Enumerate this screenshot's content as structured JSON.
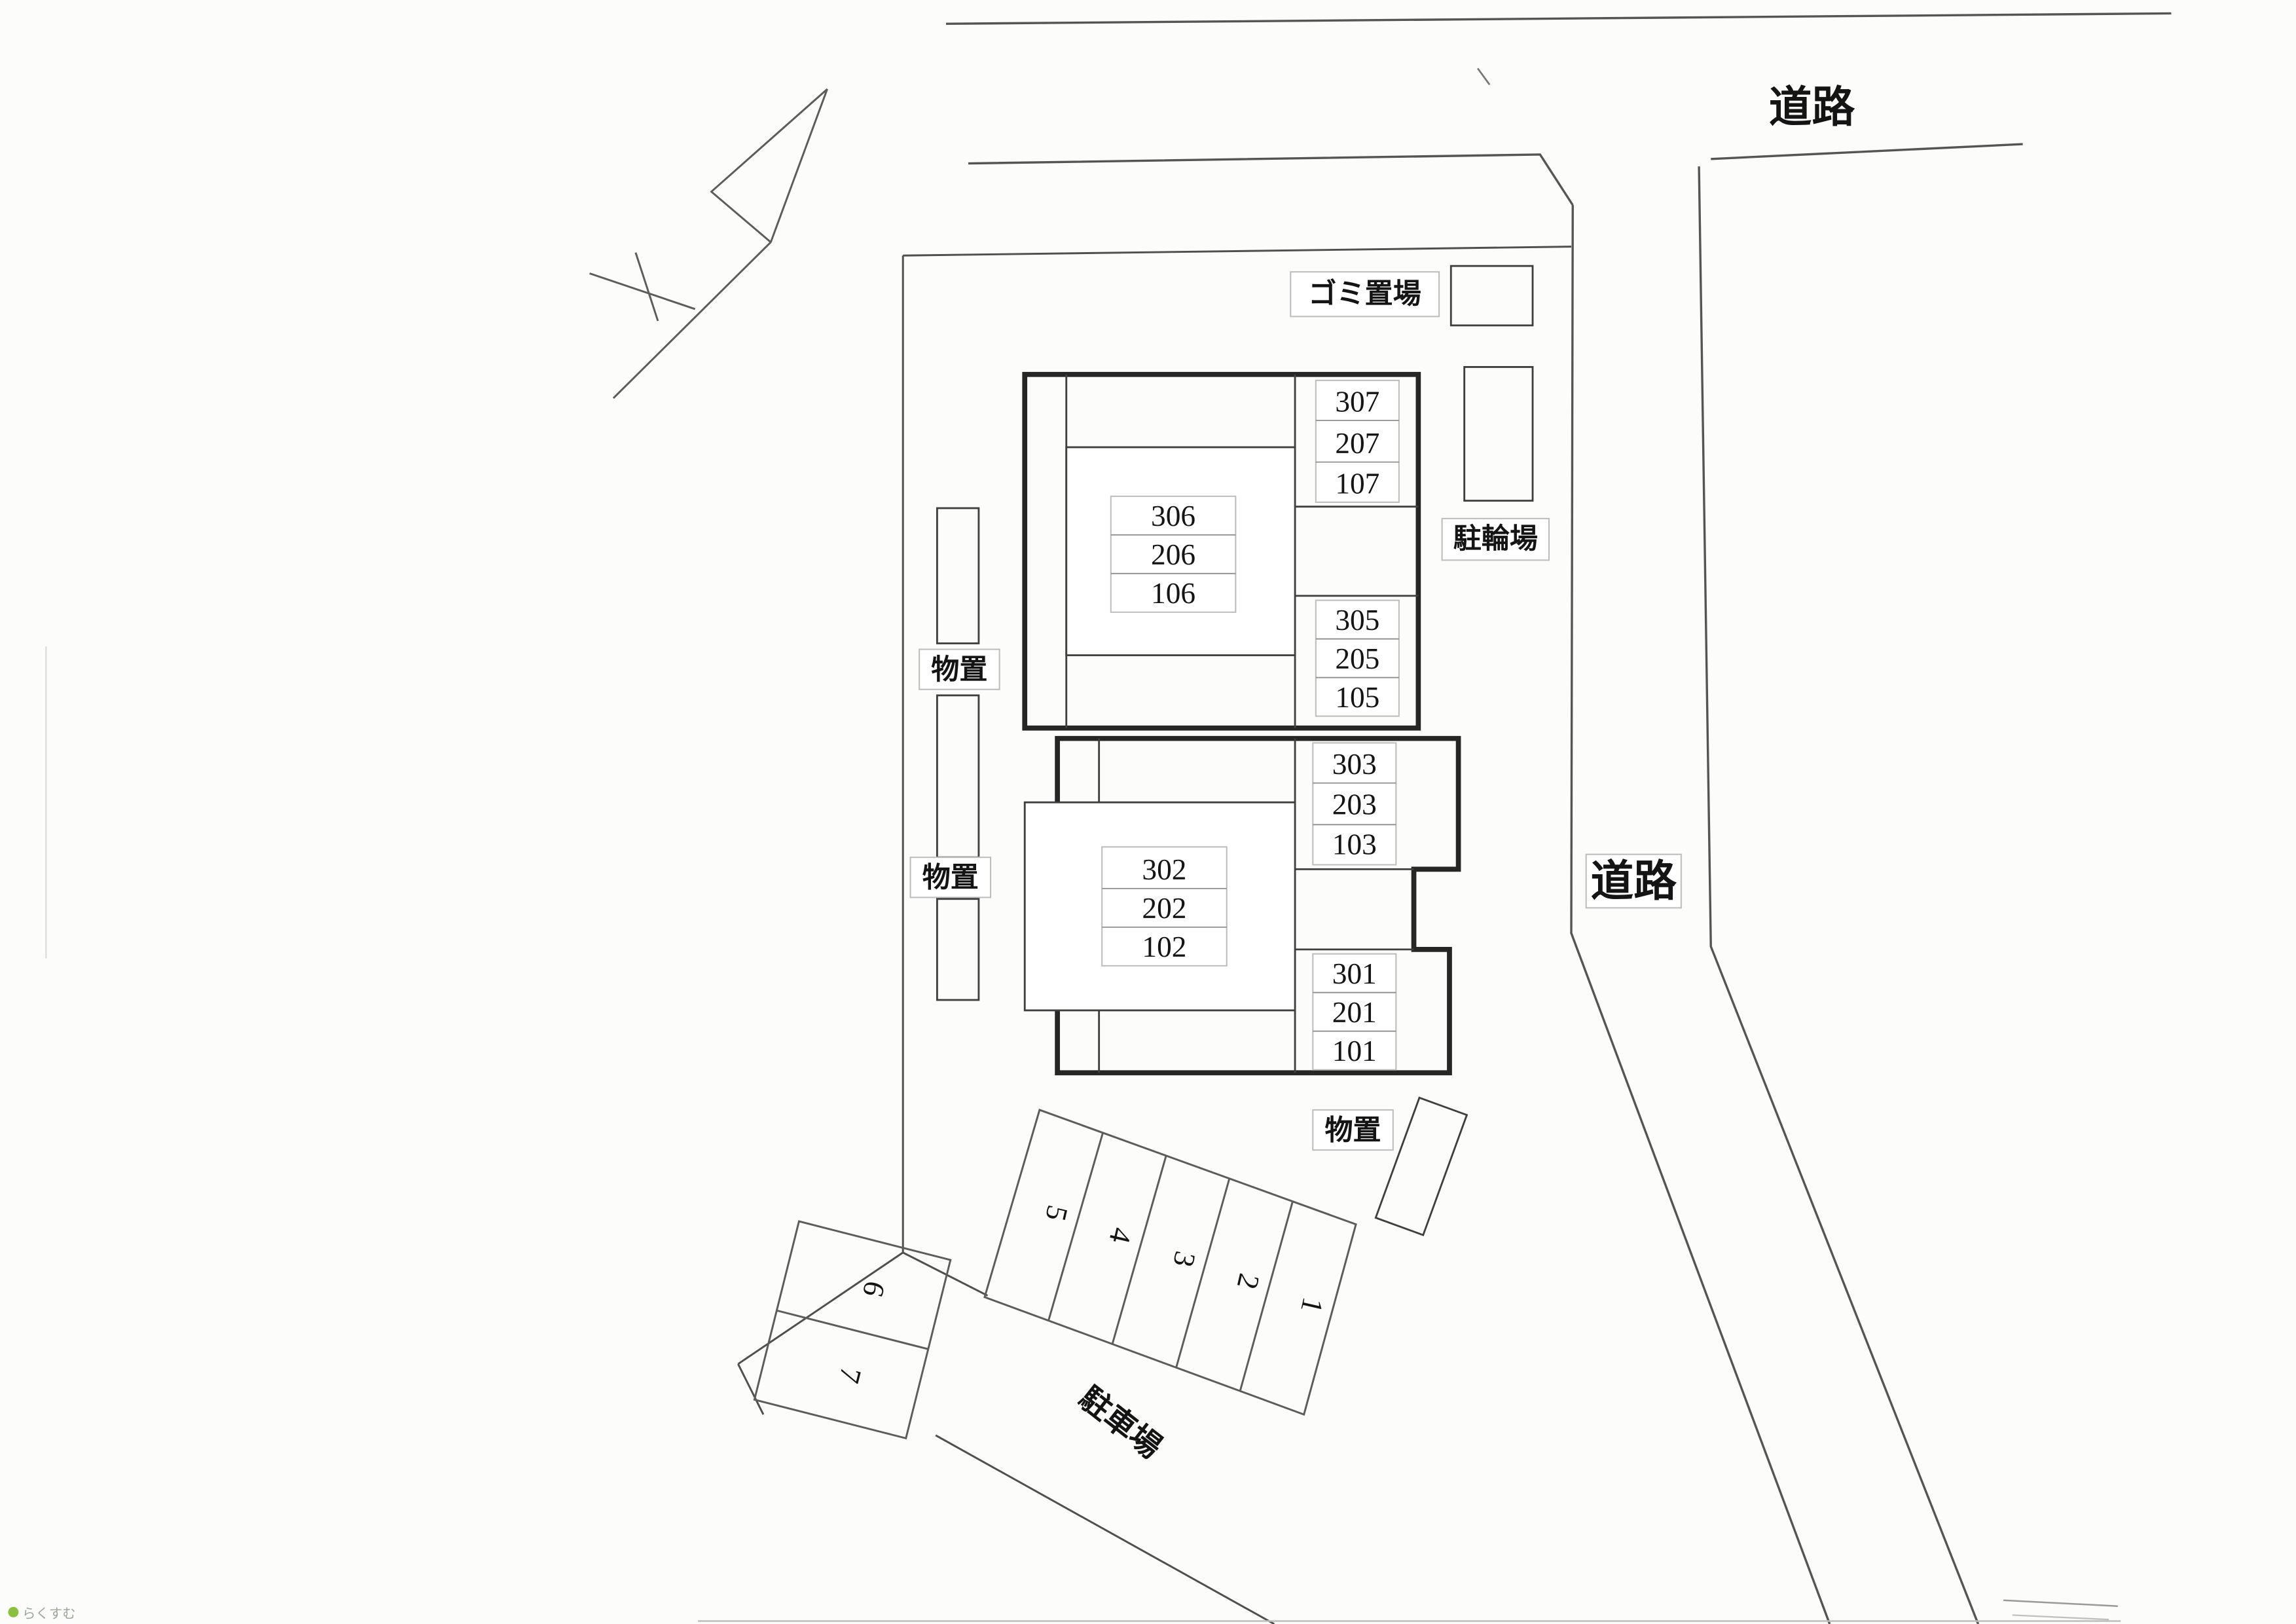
{
  "roads": {
    "top_label": "道路",
    "right_label": "道路"
  },
  "facilities": {
    "garbage_label": "ゴミ置場",
    "bicycle_label": "駐輪場",
    "storage_left_upper_label": "物置",
    "storage_left_lower_label": "物置",
    "storage_south_label": "物置",
    "parking_label": "駐車場"
  },
  "buildings": {
    "north": {
      "right_top_units": [
        "307",
        "207",
        "107"
      ],
      "center_units": [
        "306",
        "206",
        "106"
      ],
      "right_bottom_units": [
        "305",
        "205",
        "105"
      ]
    },
    "south": {
      "right_top_units": [
        "303",
        "203",
        "103"
      ],
      "center_units": [
        "302",
        "202",
        "102"
      ],
      "right_bottom_units": [
        "301",
        "201",
        "101"
      ]
    }
  },
  "parking": {
    "band_stalls": [
      "5",
      "4",
      "3",
      "2",
      "1"
    ],
    "block_stalls": [
      "6",
      "7"
    ]
  },
  "watermark": "らくすむ"
}
